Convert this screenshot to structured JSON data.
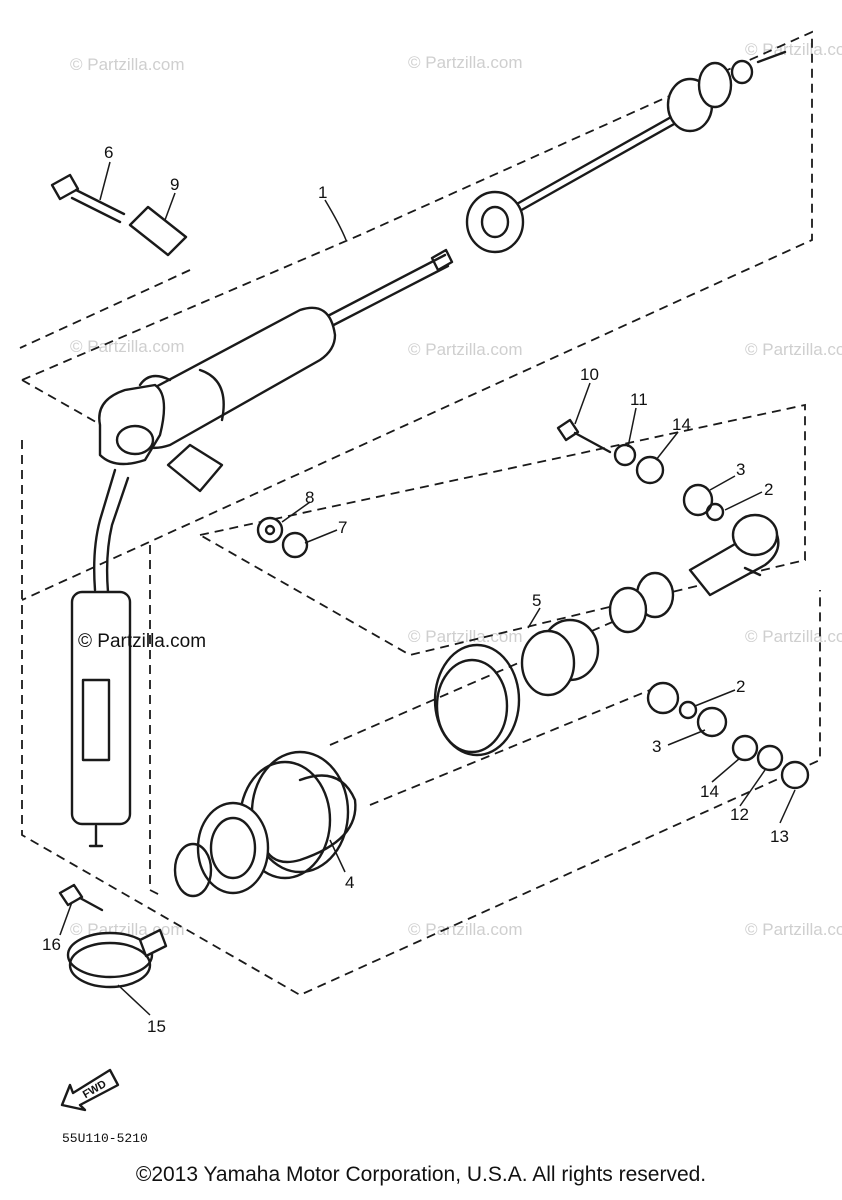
{
  "watermark": "© Partzilla.com",
  "watermark_inline": "© Partzilla.com",
  "callouts": {
    "c1": "1",
    "c2a": "2",
    "c2b": "2",
    "c3a": "3",
    "c3b": "3",
    "c4": "4",
    "c5": "5",
    "c6": "6",
    "c7": "7",
    "c8": "8",
    "c9": "9",
    "c10": "10",
    "c11": "11",
    "c12": "12",
    "c13": "13",
    "c14a": "14",
    "c14b": "14",
    "c15": "15",
    "c16": "16"
  },
  "fwd_label": "FWD",
  "diagram_code": "55U110-5210",
  "copyright": "©2013 Yamaha Motor Corporation, U.S.A. All rights reserved."
}
